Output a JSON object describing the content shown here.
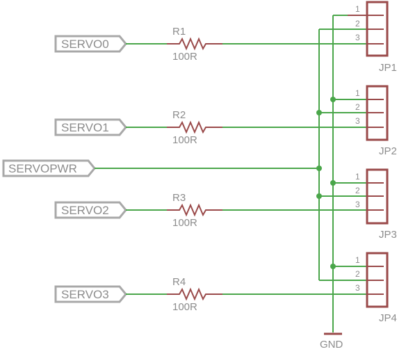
{
  "net_labels": {
    "servo0": "SERVO0",
    "servo1": "SERVO1",
    "servopwr": "SERVOPWR",
    "servo2": "SERVO2",
    "servo3": "SERVO3"
  },
  "resistors": [
    {
      "name": "R1",
      "value": "100R"
    },
    {
      "name": "R2",
      "value": "100R"
    },
    {
      "name": "R3",
      "value": "100R"
    },
    {
      "name": "R4",
      "value": "100R"
    }
  ],
  "headers": [
    {
      "name": "JP1",
      "pins": [
        "1",
        "2",
        "3"
      ]
    },
    {
      "name": "JP2",
      "pins": [
        "1",
        "2",
        "3"
      ]
    },
    {
      "name": "JP3",
      "pins": [
        "1",
        "2",
        "3"
      ]
    },
    {
      "name": "JP4",
      "pins": [
        "1",
        "2",
        "3"
      ]
    }
  ],
  "ground": {
    "label": "GND"
  },
  "colors": {
    "wire": "#4aa64a",
    "part": "#9a4a4a",
    "label": "#a8a8a8",
    "text": "#8c8c8c"
  }
}
